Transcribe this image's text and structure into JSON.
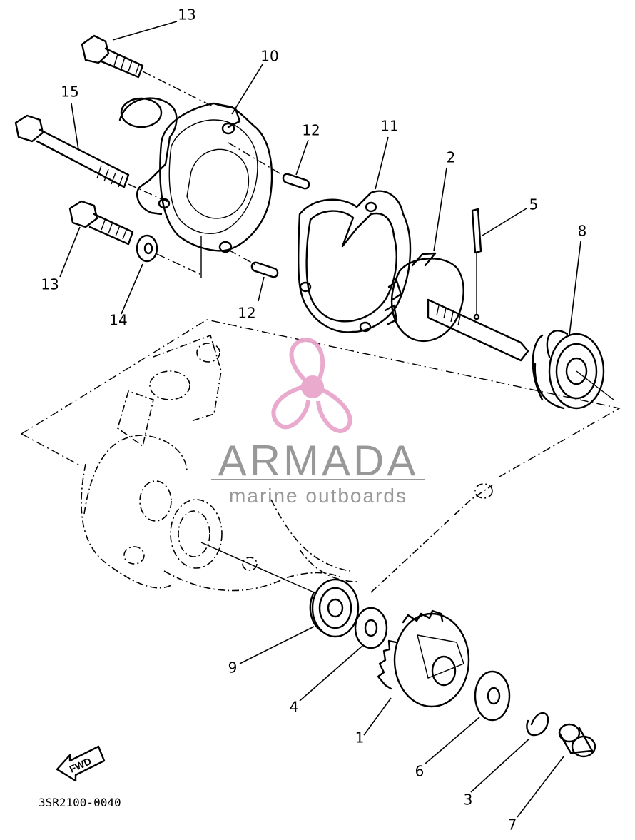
{
  "diagram": {
    "callouts": [
      {
        "id": "13",
        "label": "13"
      },
      {
        "id": "10",
        "label": "10"
      },
      {
        "id": "15",
        "label": "15"
      },
      {
        "id": "12",
        "label": "12"
      },
      {
        "id": "11",
        "label": "11"
      },
      {
        "id": "2",
        "label": "2"
      },
      {
        "id": "5",
        "label": "5"
      },
      {
        "id": "8",
        "label": "8"
      },
      {
        "id": "14",
        "label": "14"
      },
      {
        "id": "9",
        "label": "9"
      },
      {
        "id": "4",
        "label": "4"
      },
      {
        "id": "1",
        "label": "1"
      },
      {
        "id": "6",
        "label": "6"
      },
      {
        "id": "3",
        "label": "3"
      },
      {
        "id": "7",
        "label": "7"
      }
    ],
    "drawing_code": "3SR2100-0040",
    "fwd_label": "FWD"
  },
  "watermark": {
    "brand": "ARMADA",
    "tagline": "marine outboards",
    "logo_color": "#e7a1c9",
    "text_color": "#8d8d8d"
  }
}
